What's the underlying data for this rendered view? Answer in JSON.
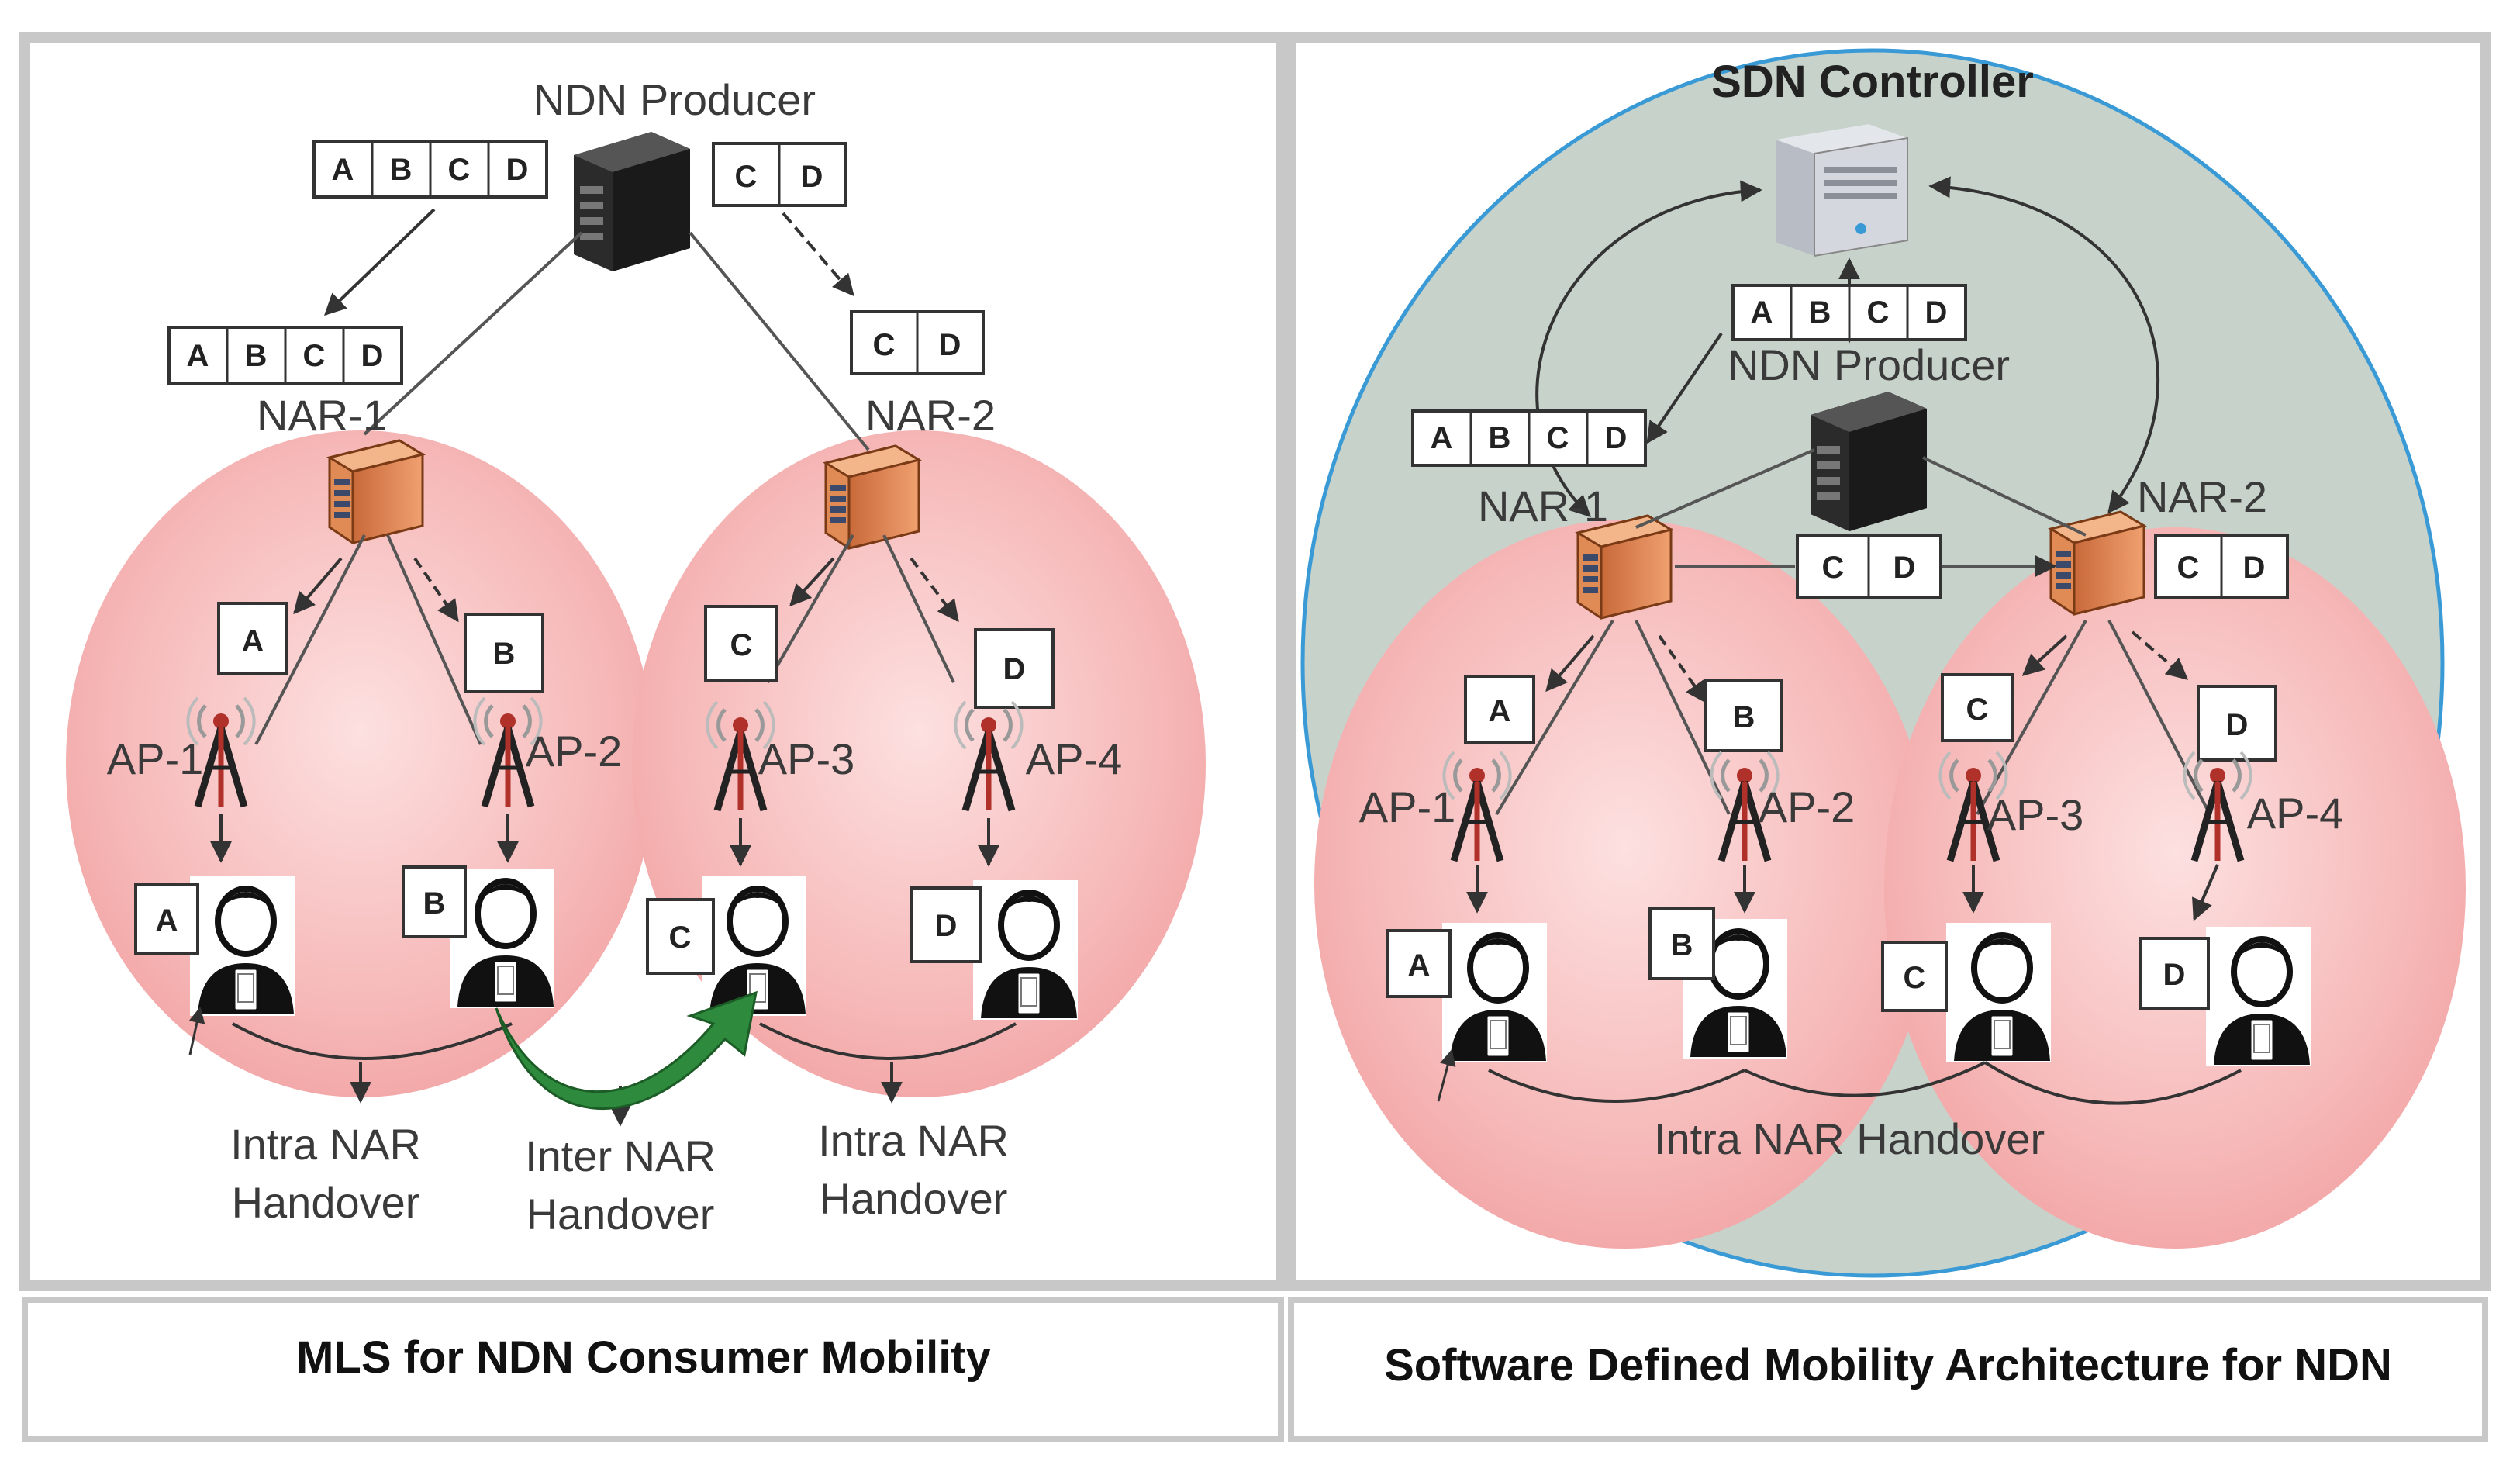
{
  "colors": {
    "cell_fill": "#f6b8b8",
    "sdn_fill": "#c6d2ca",
    "sdn_edge": "#3a9ad6",
    "handover_arrow": "#2e8b3e"
  },
  "left": {
    "producer_label": "NDN Producer",
    "nar1_label": "NAR-1",
    "nar2_label": "NAR-2",
    "packets_producer_left": [
      "A",
      "B",
      "C",
      "D"
    ],
    "packets_producer_right": [
      "C",
      "D"
    ],
    "packets_nar1": [
      "A",
      "B",
      "C",
      "D"
    ],
    "packets_nar2": [
      "C",
      "D"
    ],
    "aps": [
      {
        "label": "AP-1",
        "packet": "A"
      },
      {
        "label": "AP-2",
        "packet": "B"
      },
      {
        "label": "AP-3",
        "packet": "C"
      },
      {
        "label": "AP-4",
        "packet": "D"
      }
    ],
    "handover_intra_1": [
      "Intra NAR",
      "Handover"
    ],
    "handover_inter": [
      "Inter NAR",
      "Handover"
    ],
    "handover_intra_2": [
      "Intra NAR",
      "Handover"
    ],
    "caption": "MLS for NDN Consumer Mobility"
  },
  "right": {
    "controller_label": "SDN Controller",
    "producer_label": "NDN Producer",
    "nar1_label": "NAR-1",
    "nar2_label": "NAR-2",
    "packets_producer": [
      "A",
      "B",
      "C",
      "D"
    ],
    "packets_nar1": [
      "A",
      "B",
      "C",
      "D"
    ],
    "packets_link": [
      "C",
      "D"
    ],
    "packets_nar2": [
      "C",
      "D"
    ],
    "aps": [
      {
        "label": "AP-1",
        "packet": "A"
      },
      {
        "label": "AP-2",
        "packet": "B"
      },
      {
        "label": "AP-3",
        "packet": "C"
      },
      {
        "label": "AP-4",
        "packet": "D"
      }
    ],
    "handover": "Intra NAR Handover",
    "caption": "Software Defined Mobility Architecture for NDN"
  }
}
